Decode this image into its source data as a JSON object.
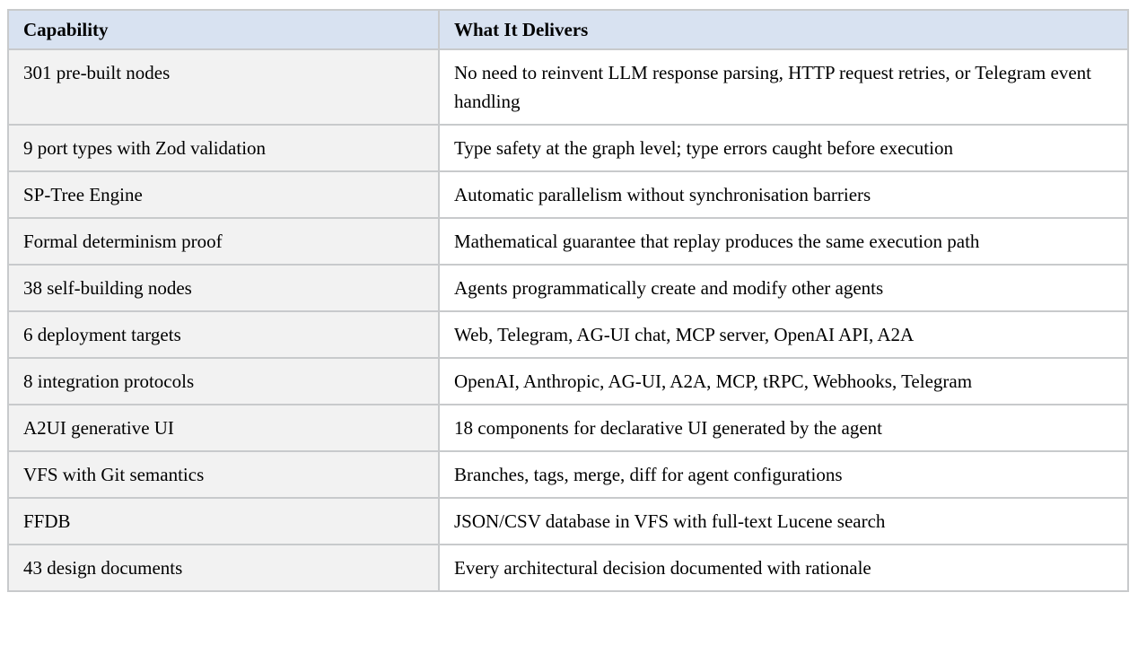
{
  "colors": {
    "page_bg": "#ffffff",
    "header_bg": "#d8e2f1",
    "label_column_bg": "#f2f2f2",
    "value_column_bg": "#ffffff",
    "border": "#c8cacc",
    "text": "#000000"
  },
  "table": {
    "columns": [
      {
        "label": "Capability"
      },
      {
        "label": "What It Delivers"
      }
    ],
    "rows": [
      {
        "capability": "301 pre-built nodes",
        "delivers": "No need to reinvent LLM response parsing, HTTP request retries, or Telegram event handling"
      },
      {
        "capability": "9 port types with Zod validation",
        "delivers": "Type safety at the graph level; type errors caught before execution"
      },
      {
        "capability": "SP-Tree Engine",
        "delivers": "Automatic parallelism without synchronisation barriers"
      },
      {
        "capability": "Formal determinism proof",
        "delivers": "Mathematical guarantee that replay produces the same execution path"
      },
      {
        "capability": "38 self-building nodes",
        "delivers": "Agents programmatically create and modify other agents"
      },
      {
        "capability": "6 deployment targets",
        "delivers": "Web, Telegram, AG-UI chat, MCP server, OpenAI API, A2A"
      },
      {
        "capability": "8 integration protocols",
        "delivers": "OpenAI, Anthropic, AG-UI, A2A, MCP, tRPC, Webhooks, Telegram"
      },
      {
        "capability": "A2UI generative UI",
        "delivers": "18 components for declarative UI generated by the agent"
      },
      {
        "capability": "VFS with Git semantics",
        "delivers": "Branches, tags, merge, diff for agent configurations"
      },
      {
        "capability": "FFDB",
        "delivers": "JSON/CSV database in VFS with full-text Lucene search"
      },
      {
        "capability": "43 design documents",
        "delivers": "Every architectural decision documented with rationale"
      }
    ]
  }
}
